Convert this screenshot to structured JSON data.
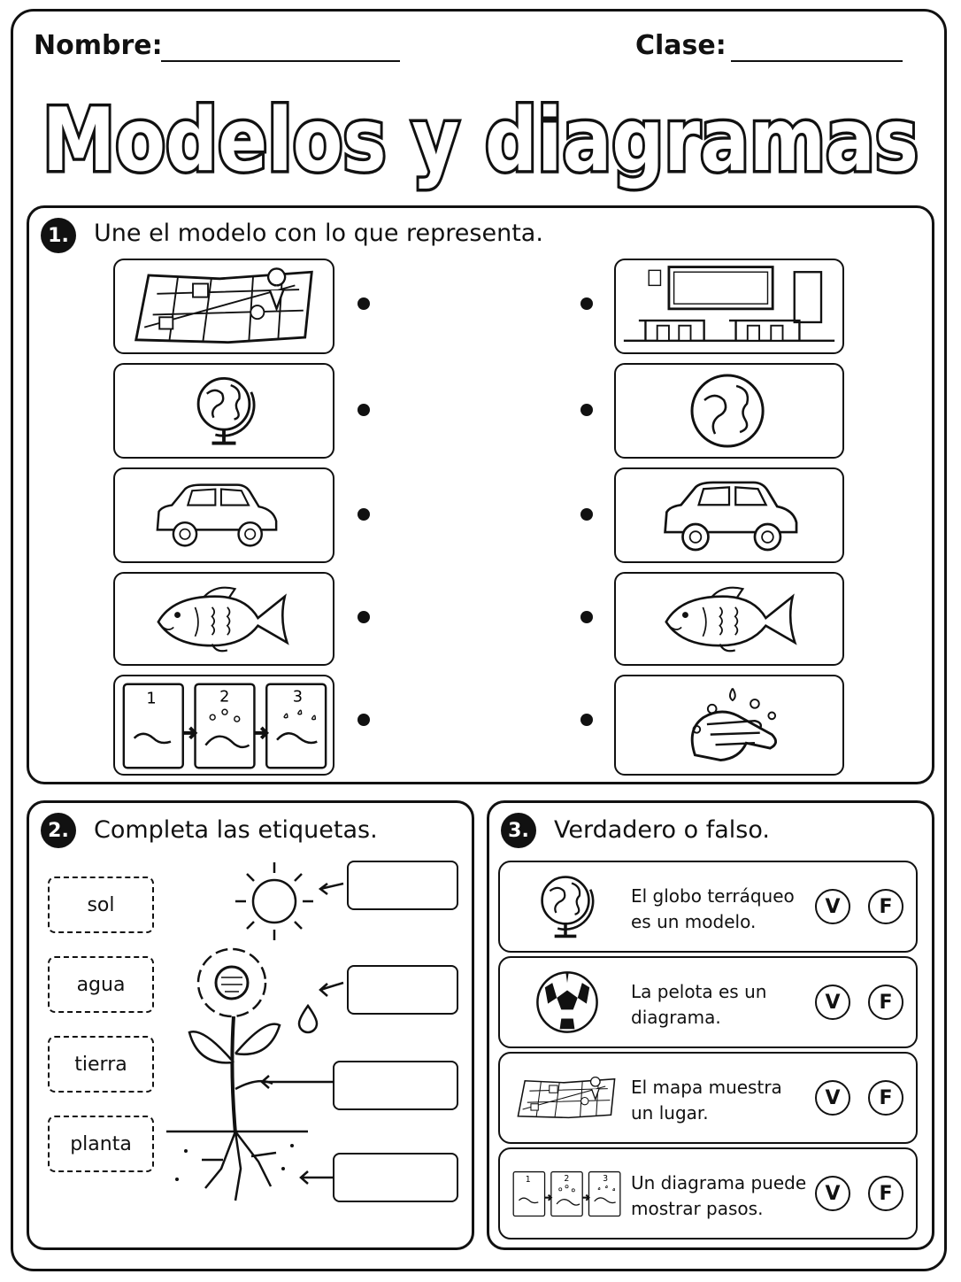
{
  "header": {
    "name_label": "Nombre:",
    "class_label": "Clase:"
  },
  "title": "Modelos y diagramas",
  "section1": {
    "number": "1.",
    "instruction": "Une el modelo con lo que representa.",
    "left_items": [
      "map-icon",
      "globe-icon",
      "toy-car-icon",
      "toy-fish-icon",
      "handwashing-steps-icon"
    ],
    "right_items": [
      "classroom-icon",
      "earth-icon",
      "car-icon",
      "fish-icon",
      "washing-hands-icon"
    ]
  },
  "section2": {
    "number": "2.",
    "instruction": "Completa las etiquetas.",
    "words": [
      "sol",
      "agua",
      "tierra",
      "planta"
    ]
  },
  "section3": {
    "number": "3.",
    "instruction": "Verdadero o falso.",
    "true_label": "V",
    "false_label": "F",
    "statements": [
      "El globo terráqueo es un modelo.",
      "La pelota es un diagrama.",
      "El mapa muestra un lugar.",
      "Un diagrama puede mostrar pasos."
    ]
  }
}
